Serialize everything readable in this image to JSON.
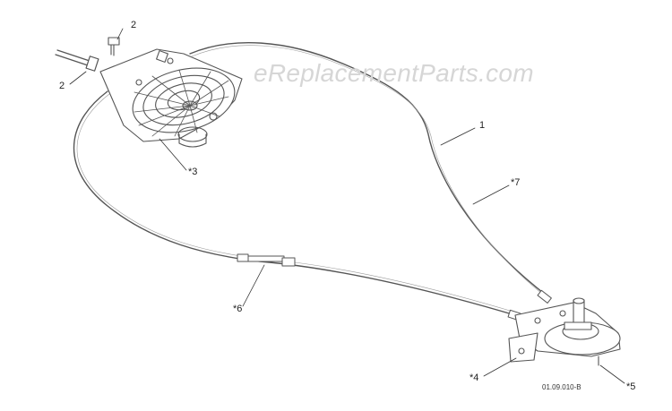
{
  "watermark": "eReplacementParts.com",
  "drawing_number": "01.09.010-B",
  "callouts": {
    "c1": "1",
    "c2_top": "2",
    "c2_left": "2",
    "c3": "*3",
    "c4": "*4",
    "c5": "*5",
    "c6": "*6",
    "c7": "*7"
  }
}
